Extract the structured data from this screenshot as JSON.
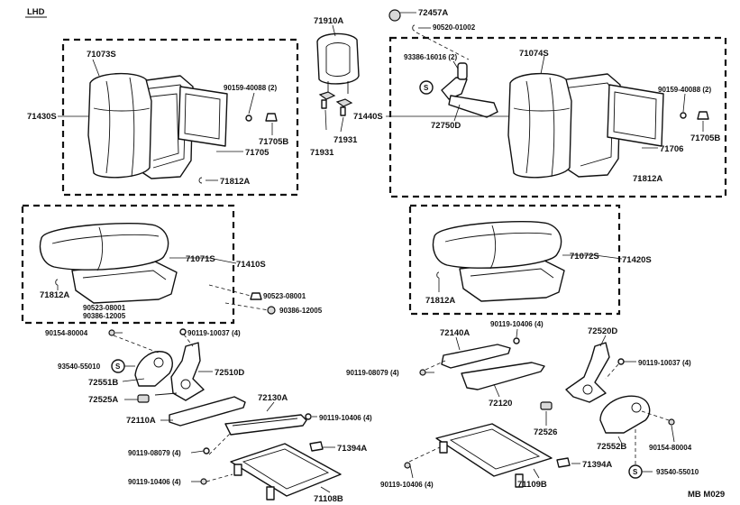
{
  "header": {
    "region": "LHD",
    "figure_code": "MB  M029"
  },
  "parts": {
    "p71910A": "71910A",
    "p72457A": "72457A",
    "p90520": "90520-01002",
    "p71073S": "71073S",
    "p71430S": "71430S",
    "p90159L": "90159-40088 (2)",
    "p71705BL": "71705B",
    "p71705": "71705",
    "p71812AL": "71812A",
    "p71931a": "71931",
    "p71931b": "71931",
    "p71074S": "71074S",
    "p93386": "93386-16016 (2)",
    "p71440S": "71440S",
    "p72750D": "72750D",
    "p90159R": "90159-40088 (2)",
    "p71705BR": "71705B",
    "p71706": "71706",
    "p71812AR": "71812A",
    "p71071S": "71071S",
    "p71410S": "71410S",
    "p71812AL2": "71812A",
    "p90523L": "90523-08001",
    "p90386L": "90386-12005",
    "p90523B": "90523-08001",
    "p90386B": "90386-12005",
    "p71072S": "71072S",
    "p71420S": "71420S",
    "p71812AR2": "71812A",
    "p90154L": "90154-80004",
    "p90119L1": "90119-10037 (4)",
    "p93540L": "93540-55010",
    "p72551B": "72551B",
    "p72510D": "72510D",
    "p72525A": "72525A",
    "p72130A": "72130A",
    "p72110A": "72110A",
    "p90119L2": "90119-10406 (4)",
    "p90119L3": "90119-08079 (4)",
    "p71394AL": "71394A",
    "p90119L4": "90119-10406 (4)",
    "p71108B": "71108B",
    "p90119R1": "90119-10406 (4)",
    "p72140A": "72140A",
    "p90119R2": "90119-08079 (4)",
    "p72120": "72120",
    "p72520D": "72520D",
    "p90119R3": "90119-10037 (4)",
    "p72526": "72526",
    "p72552B": "72552B",
    "p90154R": "90154-80004",
    "p71394AR": "71394A",
    "p90119R4": "90119-10406 (4)",
    "p71109B": "71109B",
    "p93540R": "93540-55010"
  },
  "symbols": {
    "s_mark": "S"
  }
}
